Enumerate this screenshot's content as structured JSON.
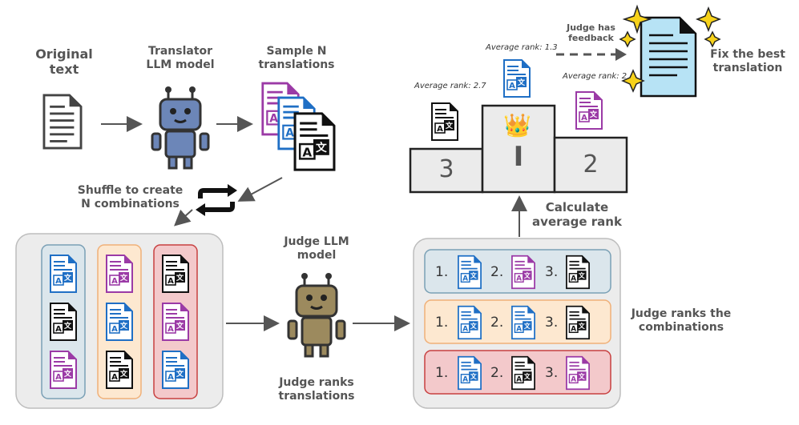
{
  "labels": {
    "original_text": "Original\ntext",
    "translator": "Translator\nLLM model",
    "sample": "Sample N\ntranslations",
    "shuffle": "Shuffle to create\nN combinations",
    "judge_model": "Judge LLM\nmodel",
    "judge_ranks_translations": "Judge ranks\ntranslations",
    "judge_ranks_combinations": "Judge ranks the\ncombinations",
    "calculate": "Calculate\naverage rank",
    "judge_feedback": "Judge has\nfeedback",
    "fix_best": "Fix the best\ntranslation"
  },
  "podium": {
    "first": {
      "rank_label": "I",
      "avg": "Average rank: 1.3"
    },
    "second": {
      "rank_label": "2",
      "avg": "Average rank: 2"
    },
    "third": {
      "rank_label": "3",
      "avg": "Average rank: 2.7"
    }
  },
  "rank_rows": [
    {
      "items": [
        "1.",
        "2.",
        "3."
      ]
    },
    {
      "items": [
        "1.",
        "2.",
        "3."
      ]
    },
    {
      "items": [
        "1.",
        "2.",
        "3."
      ]
    }
  ],
  "icons": {
    "translated_doc_glyph": "A文",
    "crown": "👑"
  },
  "colors": {
    "blue_doc": "#1f6fc5",
    "purple_doc": "#9b3aa6",
    "black_doc": "#111111",
    "robot_blue": "#6c86b8",
    "robot_tan": "#9c8a5e",
    "col_blue_bg": "#dbe6ec",
    "col_orange_bg": "#fde8d0",
    "col_red_bg": "#f3c9cb"
  }
}
